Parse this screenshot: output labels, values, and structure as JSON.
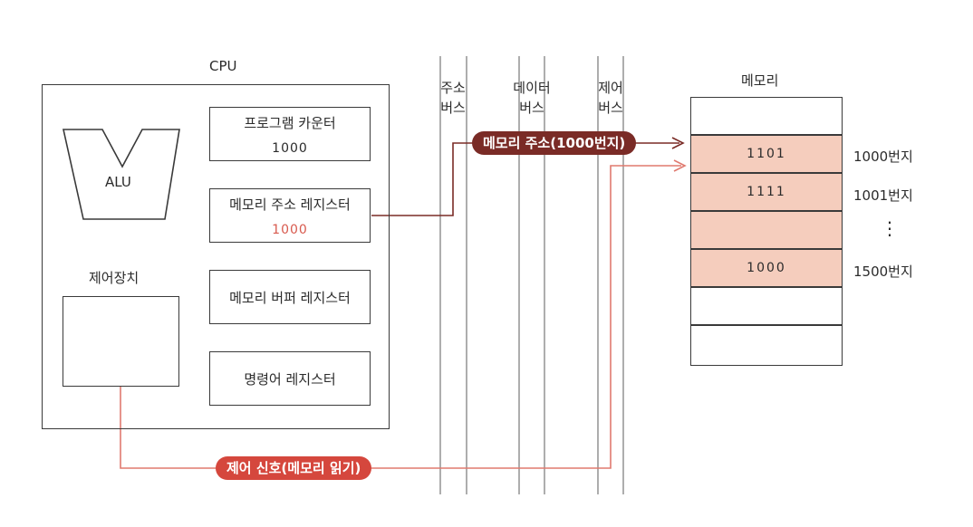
{
  "cpu": {
    "title": "CPU",
    "alu_label": "ALU",
    "control_unit_label": "제어장치",
    "registers": [
      {
        "name": "프로그램 카운터",
        "value": "1000"
      },
      {
        "name": "메모리 주소 레지스터",
        "value": "1000"
      },
      {
        "name": "메모리 버퍼 레지스터",
        "value": ""
      },
      {
        "name": "명령어 레지스터",
        "value": ""
      }
    ]
  },
  "buses": [
    {
      "line1": "주소",
      "line2": "버스"
    },
    {
      "line1": "데이터",
      "line2": "버스"
    },
    {
      "line1": "제어",
      "line2": "버스"
    }
  ],
  "memory": {
    "title": "메모리",
    "cells": [
      {
        "value": "",
        "highlight": false,
        "address": ""
      },
      {
        "value": "1101",
        "highlight": true,
        "address": "1000번지"
      },
      {
        "value": "1111",
        "highlight": true,
        "address": "1001번지"
      },
      {
        "value": "",
        "highlight": true,
        "address": "⋮"
      },
      {
        "value": "1000",
        "highlight": true,
        "address": "1500번지"
      },
      {
        "value": "",
        "highlight": false,
        "address": ""
      },
      {
        "value": "",
        "highlight": false,
        "address": ""
      }
    ]
  },
  "signals": {
    "address_signal": "메모리 주소(1000번지)",
    "control_signal": "제어 신호(메모리 읽기)"
  },
  "colors": {
    "address_signal": "#7a2b26",
    "control_signal": "#d5473d",
    "highlight_cell": "#f5cdbd",
    "register_value": "#d85a4e"
  }
}
